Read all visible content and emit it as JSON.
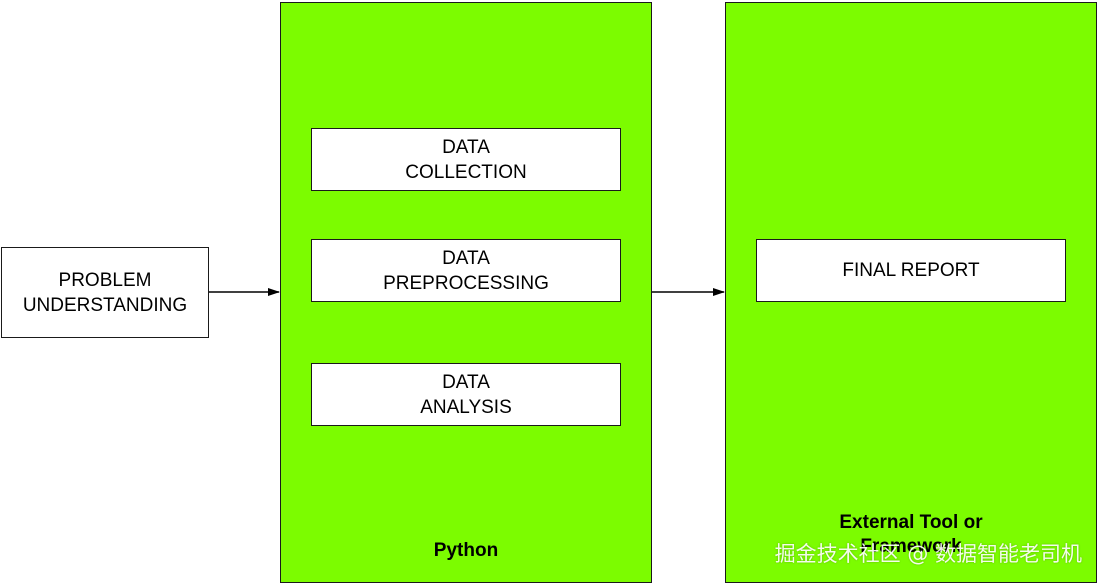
{
  "problem": {
    "lines": [
      "PROBLEM",
      "UNDERSTANDING"
    ]
  },
  "python_group": {
    "label": "Python",
    "fill": "#7cfc00",
    "steps": [
      {
        "lines": [
          "DATA",
          "COLLECTION"
        ]
      },
      {
        "lines": [
          "DATA",
          "PREPROCESSING"
        ]
      },
      {
        "lines": [
          "DATA",
          "ANALYSIS"
        ]
      }
    ]
  },
  "external_group": {
    "label_lines": [
      "External Tool or",
      "Framework"
    ],
    "fill": "#7cfc00",
    "steps": [
      {
        "lines": [
          "FINAL REPORT"
        ]
      }
    ]
  },
  "watermark": "掘金技术社区 @ 数据智能老司机"
}
